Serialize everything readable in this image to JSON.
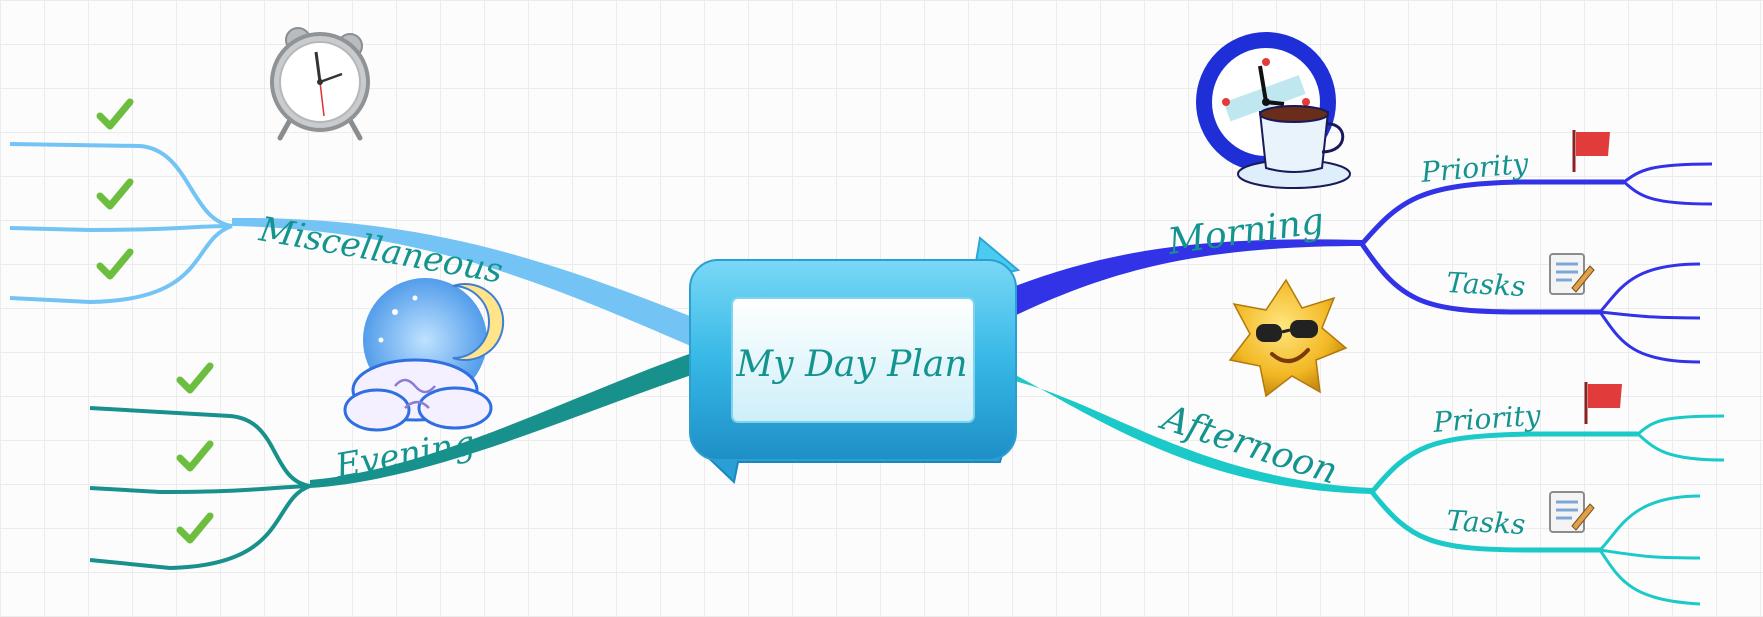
{
  "central_topic": {
    "title": "My Day Plan"
  },
  "branches": {
    "miscellaneous": {
      "label": "Miscellaneous",
      "color": "#73c4f5",
      "icon": "alarm-clock-icon",
      "subitems": [
        "check-icon",
        "check-icon",
        "check-icon"
      ]
    },
    "evening": {
      "label": "Evening",
      "color": "#18908c",
      "icon": "moon-cloud-icon",
      "subitems": [
        "check-icon",
        "check-icon",
        "check-icon"
      ]
    },
    "morning": {
      "label": "Morning",
      "color": "#3232e6",
      "icon": "clock-coffee-icon",
      "children": [
        {
          "label": "Priority",
          "icon": "flag-icon"
        },
        {
          "label": "Tasks",
          "icon": "task-list-icon"
        }
      ]
    },
    "afternoon": {
      "label": "Afternoon",
      "color": "#1cc9c9",
      "icon": "sun-sunglasses-icon",
      "children": [
        {
          "label": "Priority",
          "icon": "flag-icon"
        },
        {
          "label": "Tasks",
          "icon": "task-list-icon"
        }
      ]
    }
  },
  "colors": {
    "label_text": "#14948f",
    "center_fill": "#3ec3ec",
    "center_inner": "#e8f9fd",
    "checkmark": "#6cbf3e",
    "flag": "#e23b3b"
  }
}
